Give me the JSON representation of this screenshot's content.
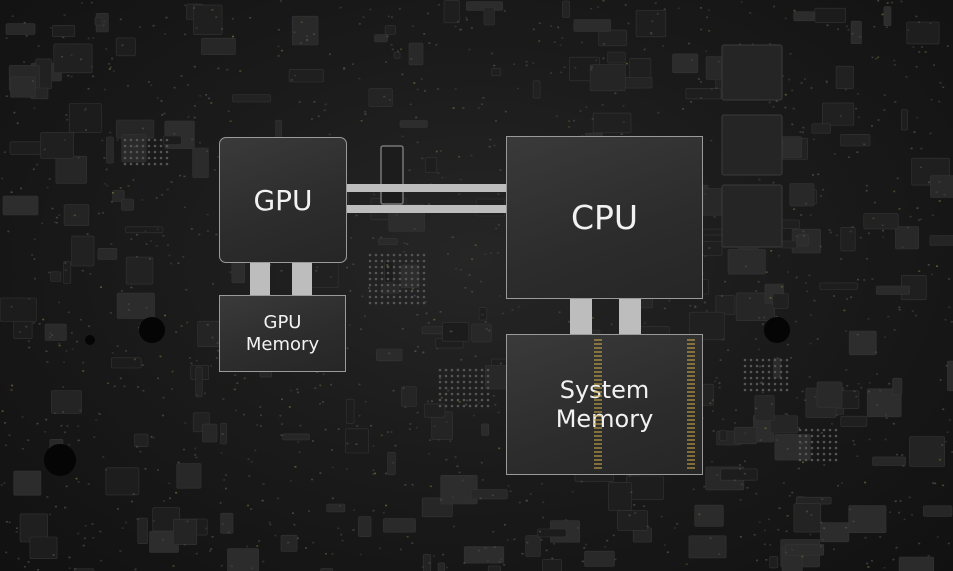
{
  "diagram": {
    "gpu_label": "GPU",
    "gpu_memory_label": "GPU\nMemory",
    "cpu_label": "CPU",
    "system_memory_label": "System\nMemory"
  },
  "colors": {
    "background": "#1b1b1b",
    "chip_fill": "#2e2e2e",
    "chip_border": "#9a9a9a",
    "bus": "#bdbdbd",
    "label": "#f2f2f2"
  },
  "icons": [
    "circuit-board-pattern"
  ]
}
